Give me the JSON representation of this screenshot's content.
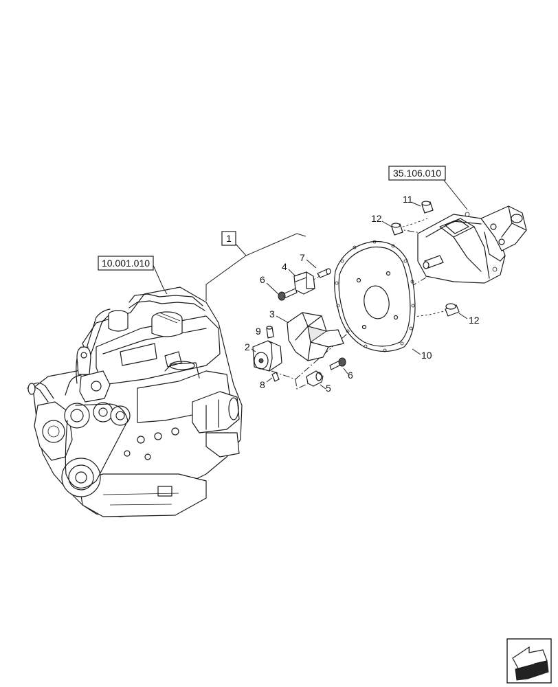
{
  "references": {
    "engine_ref": "10.001.010",
    "pump_ref": "35.106.010",
    "group_ref": "1"
  },
  "callouts": {
    "c2": "2",
    "c3": "3",
    "c4": "4",
    "c5": "5",
    "c6a": "6",
    "c6b": "6",
    "c7": "7",
    "c8": "8",
    "c9": "9",
    "c10": "10",
    "c11": "11",
    "c12a": "12",
    "c12b": "12"
  },
  "nav": {
    "icon": "arrow-left-icon"
  }
}
